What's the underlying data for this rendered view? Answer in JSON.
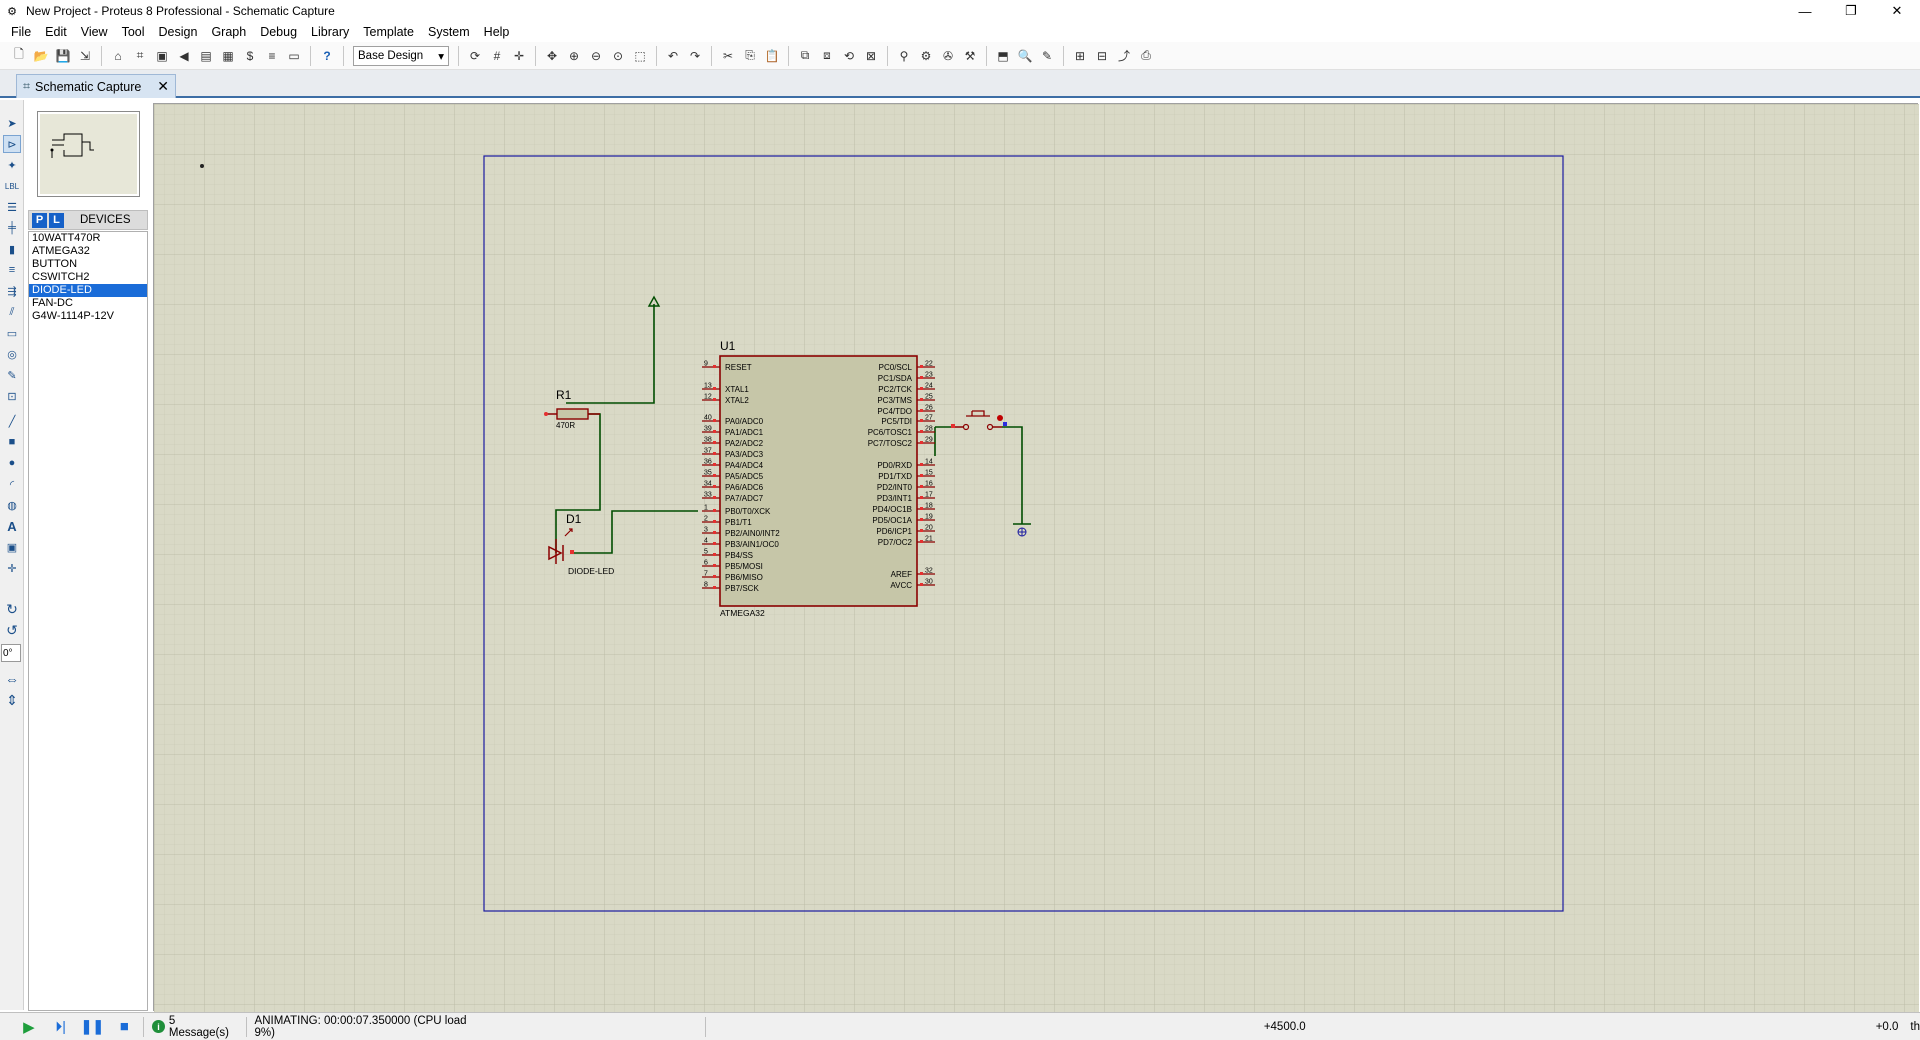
{
  "window": {
    "title": "New Project - Proteus 8 Professional - Schematic Capture",
    "minimize": "—",
    "maximize": "❐",
    "close": "✕"
  },
  "menu": [
    "File",
    "Edit",
    "View",
    "Tool",
    "Design",
    "Graph",
    "Debug",
    "Library",
    "Template",
    "System",
    "Help"
  ],
  "toolbar": {
    "design_select": "Base Design"
  },
  "tab": {
    "label": "Schematic Capture",
    "close": "✕"
  },
  "devices": {
    "p_label": "P",
    "l_label": "L",
    "title": "DEVICES",
    "items": [
      "10WATT470R",
      "ATMEGA32",
      "BUTTON",
      "CSWITCH2",
      "DIODE-LED",
      "FAN-DC",
      "G4W-1114P-12V"
    ],
    "selected_index": 4
  },
  "left_tools": {
    "rotation": "0°"
  },
  "schematic": {
    "r1_ref": "R1",
    "r1_value": "470R",
    "d1_ref": "D1",
    "d1_value": "DIODE-LED",
    "u1_ref": "U1",
    "u1_value": "ATMEGA32",
    "left_pins": [
      {
        "num": "9",
        "name": "RESET"
      },
      {
        "num": "13",
        "name": "XTAL1"
      },
      {
        "num": "12",
        "name": "XTAL2"
      },
      {
        "num": "40",
        "name": "PA0/ADC0"
      },
      {
        "num": "39",
        "name": "PA1/ADC1"
      },
      {
        "num": "38",
        "name": "PA2/ADC2"
      },
      {
        "num": "37",
        "name": "PA3/ADC3"
      },
      {
        "num": "36",
        "name": "PA4/ADC4"
      },
      {
        "num": "35",
        "name": "PA5/ADC5"
      },
      {
        "num": "34",
        "name": "PA6/ADC6"
      },
      {
        "num": "33",
        "name": "PA7/ADC7"
      },
      {
        "num": "1",
        "name": "PB0/T0/XCK"
      },
      {
        "num": "2",
        "name": "PB1/T1"
      },
      {
        "num": "3",
        "name": "PB2/AIN0/INT2"
      },
      {
        "num": "4",
        "name": "PB3/AIN1/OC0"
      },
      {
        "num": "5",
        "name": "PB4/SS"
      },
      {
        "num": "6",
        "name": "PB5/MOSI"
      },
      {
        "num": "7",
        "name": "PB6/MISO"
      },
      {
        "num": "8",
        "name": "PB7/SCK"
      }
    ],
    "right_pins": [
      {
        "num": "22",
        "name": "PC0/SCL"
      },
      {
        "num": "23",
        "name": "PC1/SDA"
      },
      {
        "num": "24",
        "name": "PC2/TCK"
      },
      {
        "num": "25",
        "name": "PC3/TMS"
      },
      {
        "num": "26",
        "name": "PC4/TDO"
      },
      {
        "num": "27",
        "name": "PC5/TDI"
      },
      {
        "num": "28",
        "name": "PC6/TOSC1"
      },
      {
        "num": "29",
        "name": "PC7/TOSC2"
      },
      {
        "num": "14",
        "name": "PD0/RXD"
      },
      {
        "num": "15",
        "name": "PD1/TXD"
      },
      {
        "num": "16",
        "name": "PD2/INT0"
      },
      {
        "num": "17",
        "name": "PD3/INT1"
      },
      {
        "num": "18",
        "name": "PD4/OC1B"
      },
      {
        "num": "19",
        "name": "PD5/OC1A"
      },
      {
        "num": "20",
        "name": "PD6/ICP1"
      },
      {
        "num": "21",
        "name": "PD7/OC2"
      },
      {
        "num": "32",
        "name": "AREF"
      },
      {
        "num": "30",
        "name": "AVCC"
      }
    ]
  },
  "status": {
    "messages": "5 Message(s)",
    "animating": "ANIMATING: 00:00:07.350000 (CPU load 9%)",
    "coord_x": "+4500.0",
    "coord_y": "+0.0",
    "unit": "th"
  },
  "colors": {
    "canvas_bg": "#d9d9c6",
    "grid": "#c2c2ad",
    "sheet_border": "#1a1aa0",
    "wire": "#004d00",
    "component": "#8b0000",
    "chip_fill": "#c6c6a8",
    "pin_red": "#e53030"
  }
}
